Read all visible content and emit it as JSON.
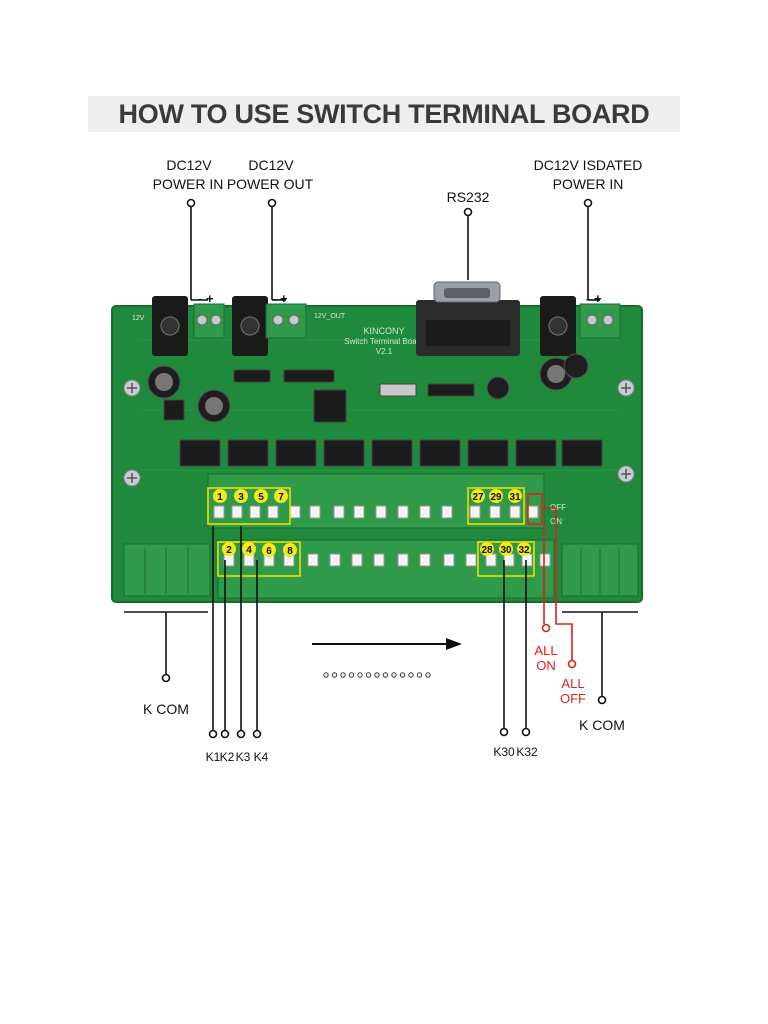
{
  "title": "HOW TO USE SWITCH TERMINAL BOARD",
  "labels": {
    "dc_in_1": "DC12V",
    "dc_in_2": "POWER IN",
    "dc_out_1": "DC12V",
    "dc_out_2": "POWER OUT",
    "rs232": "RS232",
    "iso_1": "DC12V  ISDATED",
    "iso_2": "POWER IN",
    "kcom_left": "K COM",
    "kcom_right": "K COM",
    "all_on_1": "ALL",
    "all_on_2": "ON",
    "all_off_1": "ALL",
    "all_off_2": "OFF",
    "k_left": [
      "K1",
      "K2",
      "K3",
      "K4"
    ],
    "k_right": [
      "K30",
      "K32"
    ]
  },
  "board": {
    "brand": "KINCONY",
    "name": "Switch Terminal Board",
    "version": "V2.1",
    "silk_12v_left": "12V",
    "silk_12v_out": "12V_OUT",
    "silk_off": "OFF",
    "silk_on": "ON",
    "polarity": "- +",
    "top_terminal_numbers": [
      "1",
      "3",
      "5",
      "7",
      "27",
      "29",
      "31"
    ],
    "bottom_terminal_numbers": [
      "2",
      "4",
      "6",
      "8",
      "28",
      "30",
      "32"
    ]
  },
  "colors": {
    "pcb": "#1f8a3c",
    "terminal": "#2e9a4a",
    "marker": "#f3ea1c",
    "highlight": "#e8e000",
    "all_line": "#e0201c"
  }
}
